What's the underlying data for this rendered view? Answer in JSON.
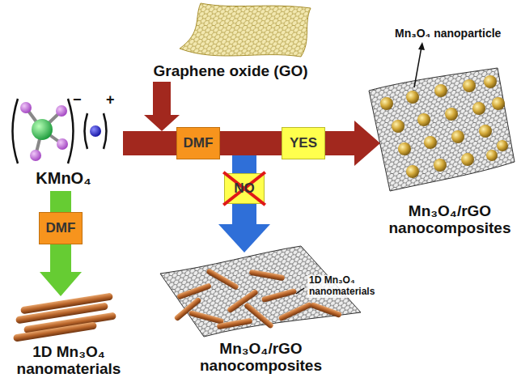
{
  "diagram": {
    "nodes": [
      {
        "text": [
          "Graphene oxide (GO)"
        ]
      },
      {
        "text": [
          "KMnO₄"
        ]
      },
      {
        "text": [
          "DMF"
        ]
      },
      {
        "text": [
          "YES"
        ]
      },
      {
        "text": [
          "NO"
        ]
      },
      {
        "text": [
          "Mn₃O₄/rGO nanocomposites"
        ]
      },
      {
        "text": [
          "DMF"
        ]
      },
      {
        "text": [
          "Mn₃O₄/rGO nanocomposites"
        ]
      },
      {
        "text": [
          "1D Mn₃O₄ nanomaterials"
        ]
      }
    ],
    "edges": [
      {
        "from": 0,
        "to": 2,
        "arrow": "to"
      },
      {
        "from": 1,
        "to": 2,
        "arrow": "none"
      },
      {
        "from": 2,
        "to": 3,
        "arrow": "none"
      },
      {
        "from": 3,
        "to": 5,
        "arrow": "to"
      },
      {
        "from": 2,
        "to": 4,
        "arrow": "none"
      },
      {
        "from": 4,
        "to": 7,
        "arrow": "to"
      },
      {
        "from": 1,
        "to": 6,
        "arrow": "none"
      },
      {
        "from": 6,
        "to": 8,
        "arrow": "to"
      }
    ],
    "labels": [
      "−",
      "+",
      "Mn₃O₄ nanoparticle",
      "1D Mn₃O₄ nanomaterials"
    ]
  }
}
